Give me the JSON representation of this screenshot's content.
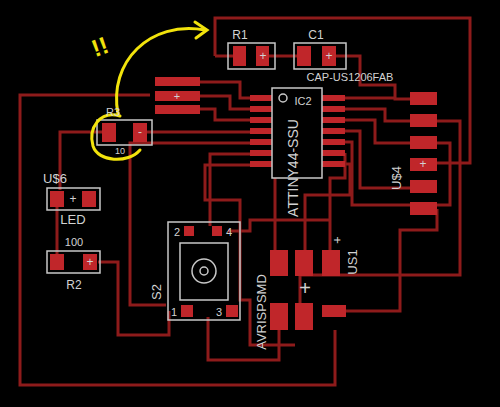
{
  "diagram": {
    "labels": [
      "R1",
      "+",
      "C1",
      "+",
      "CAP-US1206FAB",
      "+",
      "IC2",
      "ATTINY44-SSU",
      "+",
      "U$4",
      "R3",
      "-",
      "10",
      "!!",
      "U$6",
      "+",
      "LED",
      "100",
      "R2",
      "+",
      "2",
      "4",
      "1",
      "3",
      "S2",
      "AVRISPSMD",
      "+",
      "US1",
      "+"
    ]
  }
}
